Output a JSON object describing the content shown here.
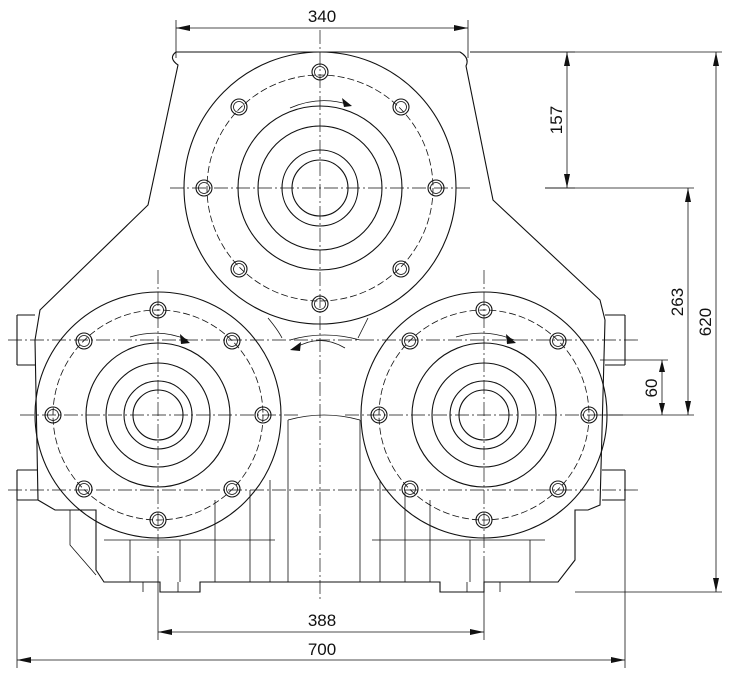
{
  "drawing": {
    "dimensions": {
      "top_width": "340",
      "top_height": "157",
      "center_offset": "263",
      "total_height": "620",
      "small_offset": "60",
      "bottom_span": "388",
      "total_width": "700"
    }
  }
}
